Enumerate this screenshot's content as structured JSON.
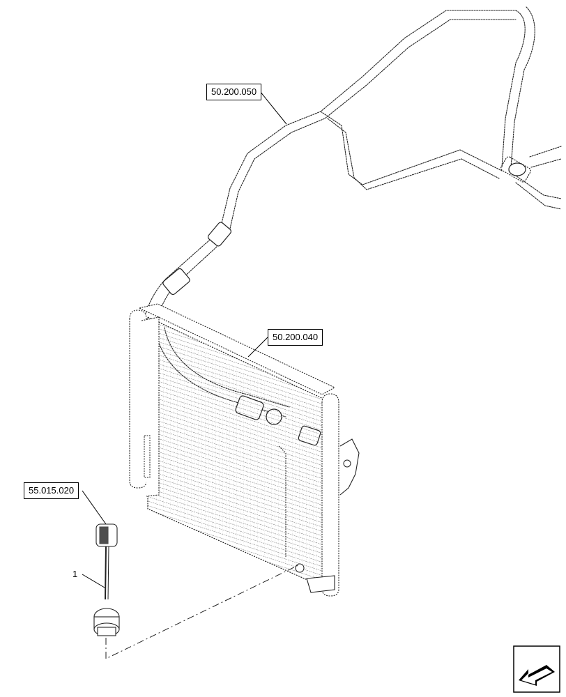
{
  "callouts": {
    "ref_50_200_050": "50.200.050",
    "ref_50_200_040": "50.200.040",
    "ref_55_015_020": "55.015.020"
  },
  "items": {
    "item_1": "1"
  },
  "icons": {
    "nav": "previous-page-arrow-icon"
  }
}
